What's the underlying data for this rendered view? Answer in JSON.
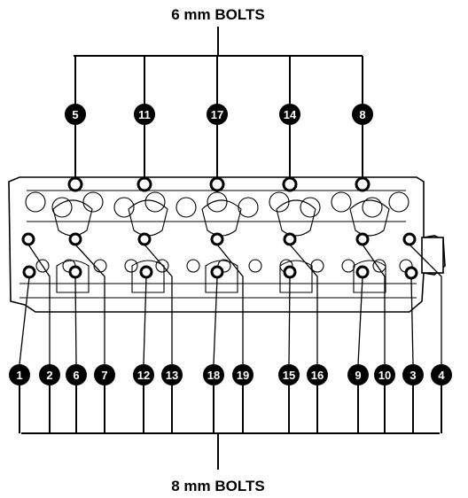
{
  "labels": {
    "top": "6 mm BOLTS",
    "bottom": "8 mm BOLTS"
  },
  "bolts_6mm": [
    "5",
    "11",
    "17",
    "14",
    "8"
  ],
  "bolts_8mm": [
    "1",
    "2",
    "6",
    "7",
    "12",
    "13",
    "18",
    "19",
    "15",
    "16",
    "9",
    "10",
    "3",
    "4"
  ]
}
